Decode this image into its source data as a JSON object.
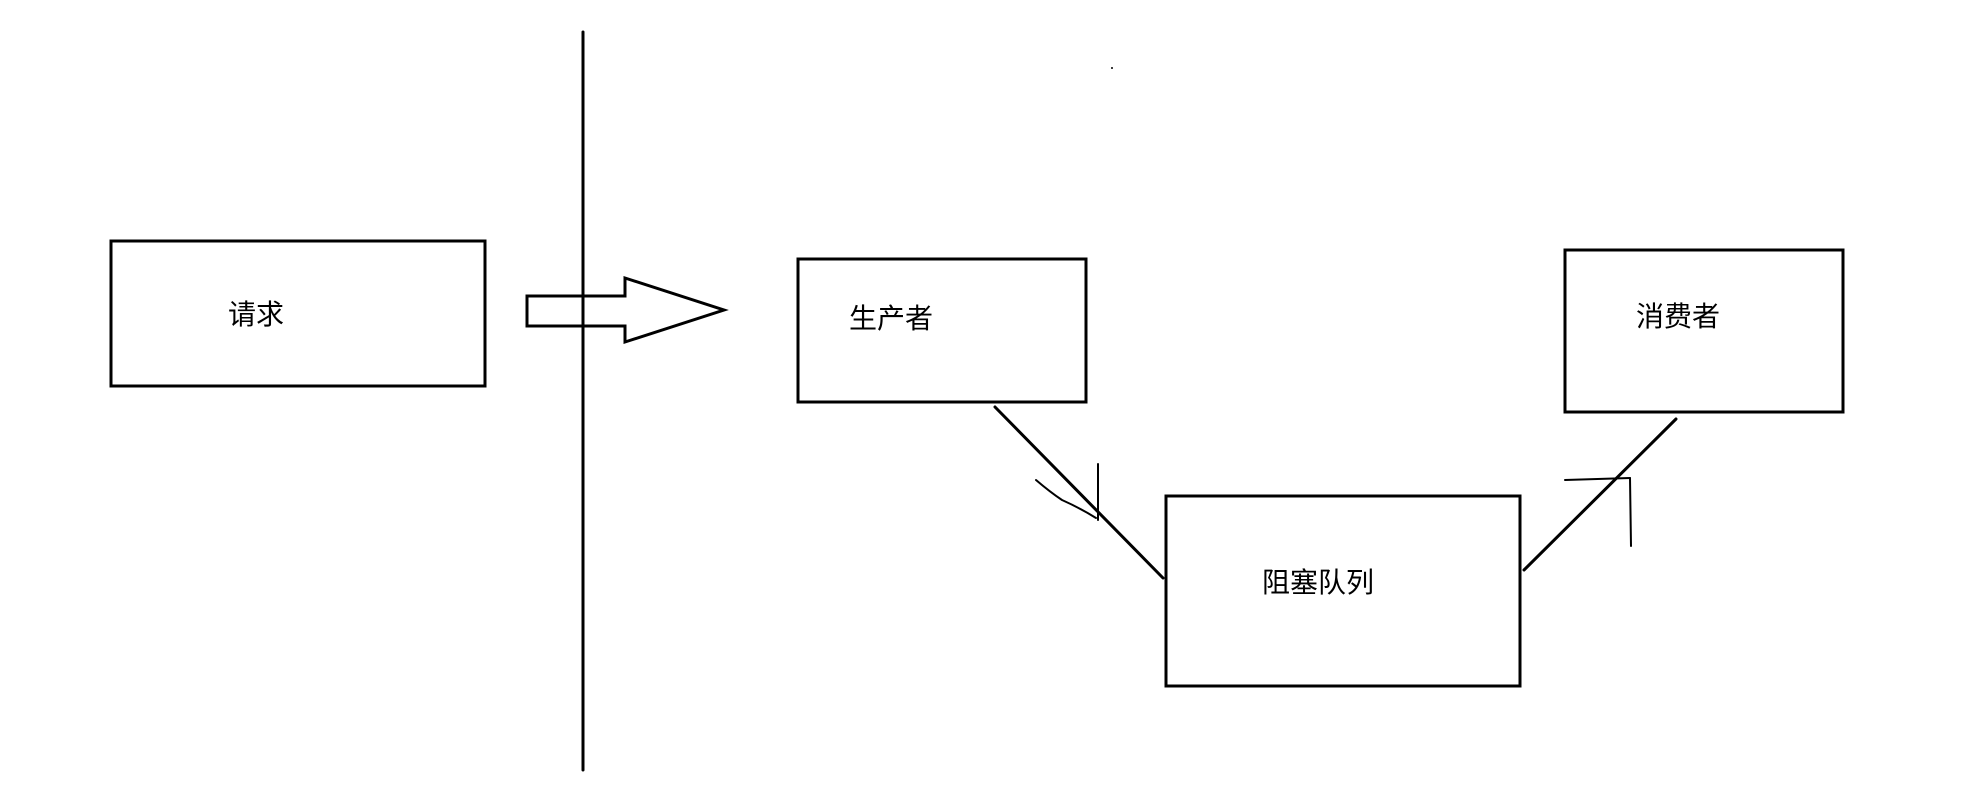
{
  "diagram": {
    "nodes": {
      "request": {
        "label": "请求"
      },
      "producer": {
        "label": "生产者"
      },
      "consumer": {
        "label": "消费者"
      },
      "queue": {
        "label": "阻塞队列"
      }
    }
  }
}
